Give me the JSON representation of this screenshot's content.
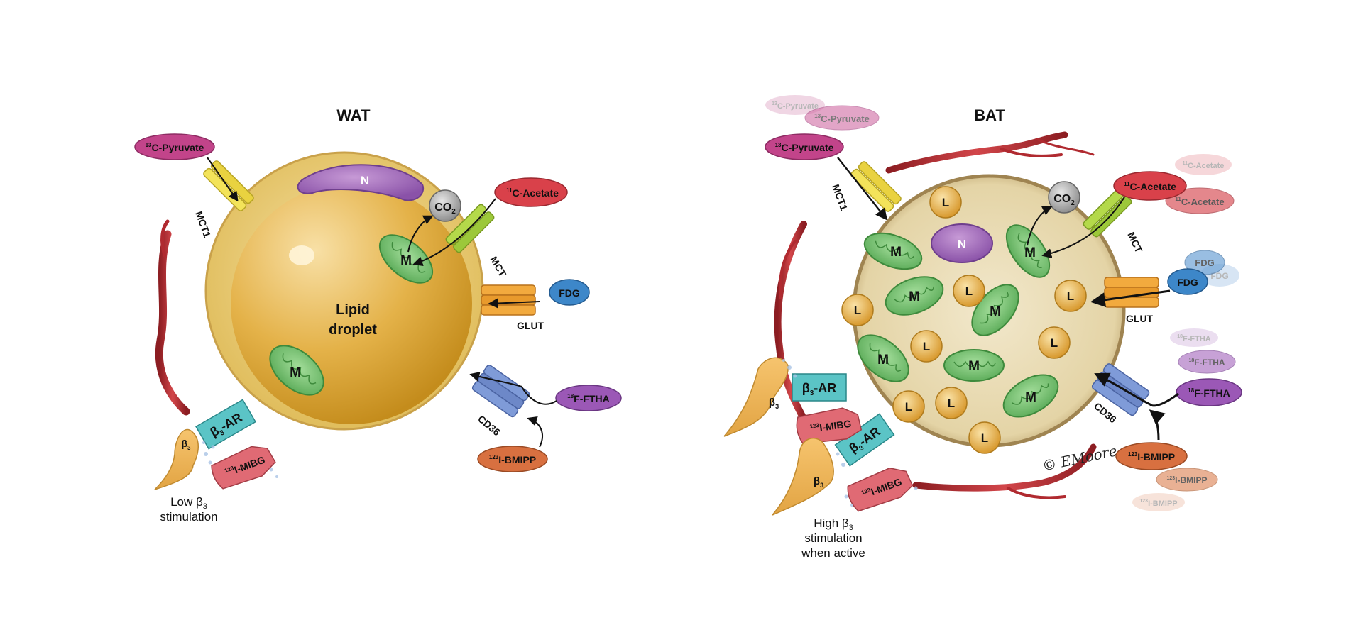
{
  "wat": {
    "title": "WAT",
    "nucleus": "N",
    "lipid_line1": "Lipid",
    "lipid_line2": "droplet",
    "mito": "M",
    "co2": "CO",
    "co2_sub": "2",
    "mct1": "MCT1",
    "mct": "MCT",
    "glut": "GLUT",
    "cd36": "CD36",
    "pyruvate": {
      "sup": "13",
      "text": "C-Pyruvate"
    },
    "acetate": {
      "sup": "11",
      "text": "C-Acetate"
    },
    "fdg": "FDG",
    "ftha": {
      "sup": "18",
      "text": "F-FTHA"
    },
    "bmipp": {
      "sup": "123",
      "text": "I-BMIPP"
    },
    "mibg": {
      "sup": "123",
      "text": "I-MIBG"
    },
    "b3ar": "β",
    "b3ar_sub": "3",
    "b3ar_suffix": "-AR",
    "beta": "β",
    "beta_sub": "3",
    "caption_line1": "Low β",
    "caption_sub": "3",
    "caption_line2": "stimulation"
  },
  "bat": {
    "title": "BAT",
    "nucleus": "N",
    "mito": "M",
    "lipid": "L",
    "co2": "CO",
    "co2_sub": "2",
    "mct1": "MCT1",
    "mct": "MCT",
    "glut": "GLUT",
    "cd36": "CD36",
    "pyruvate": {
      "sup": "13",
      "text": "C-Pyruvate"
    },
    "pyruvate_faint": {
      "sup": "13",
      "text": "C-Pyruvate"
    },
    "acetate": {
      "sup": "11",
      "text": "C-Acetate"
    },
    "fdg": "FDG",
    "ftha": {
      "sup": "18",
      "text": "F-FTHA"
    },
    "bmipp": {
      "sup": "123",
      "text": "I-BMIPP"
    },
    "mibg": {
      "sup": "123",
      "text": "I-MIBG"
    },
    "b3ar": "β",
    "b3ar_sub": "3",
    "b3ar_suffix": "-AR",
    "beta": "β",
    "beta_sub": "3",
    "caption_line1": "High β",
    "caption_sub": "3",
    "caption_line2": "stimulation",
    "caption_line3": "when active",
    "signature": "© EMoore"
  },
  "colors": {
    "pyruvate": "#c2448a",
    "acetate": "#d9414a",
    "fdg": "#3d87c9",
    "ftha": "#9b58b6",
    "bmipp": "#d87040",
    "mibg": "#e06a74",
    "b3ar": "#5bc4c6",
    "mito": "#7cc576",
    "lipid": "#dca33a",
    "nucleus": "#9b67b8",
    "vessel": "#b02a30"
  }
}
